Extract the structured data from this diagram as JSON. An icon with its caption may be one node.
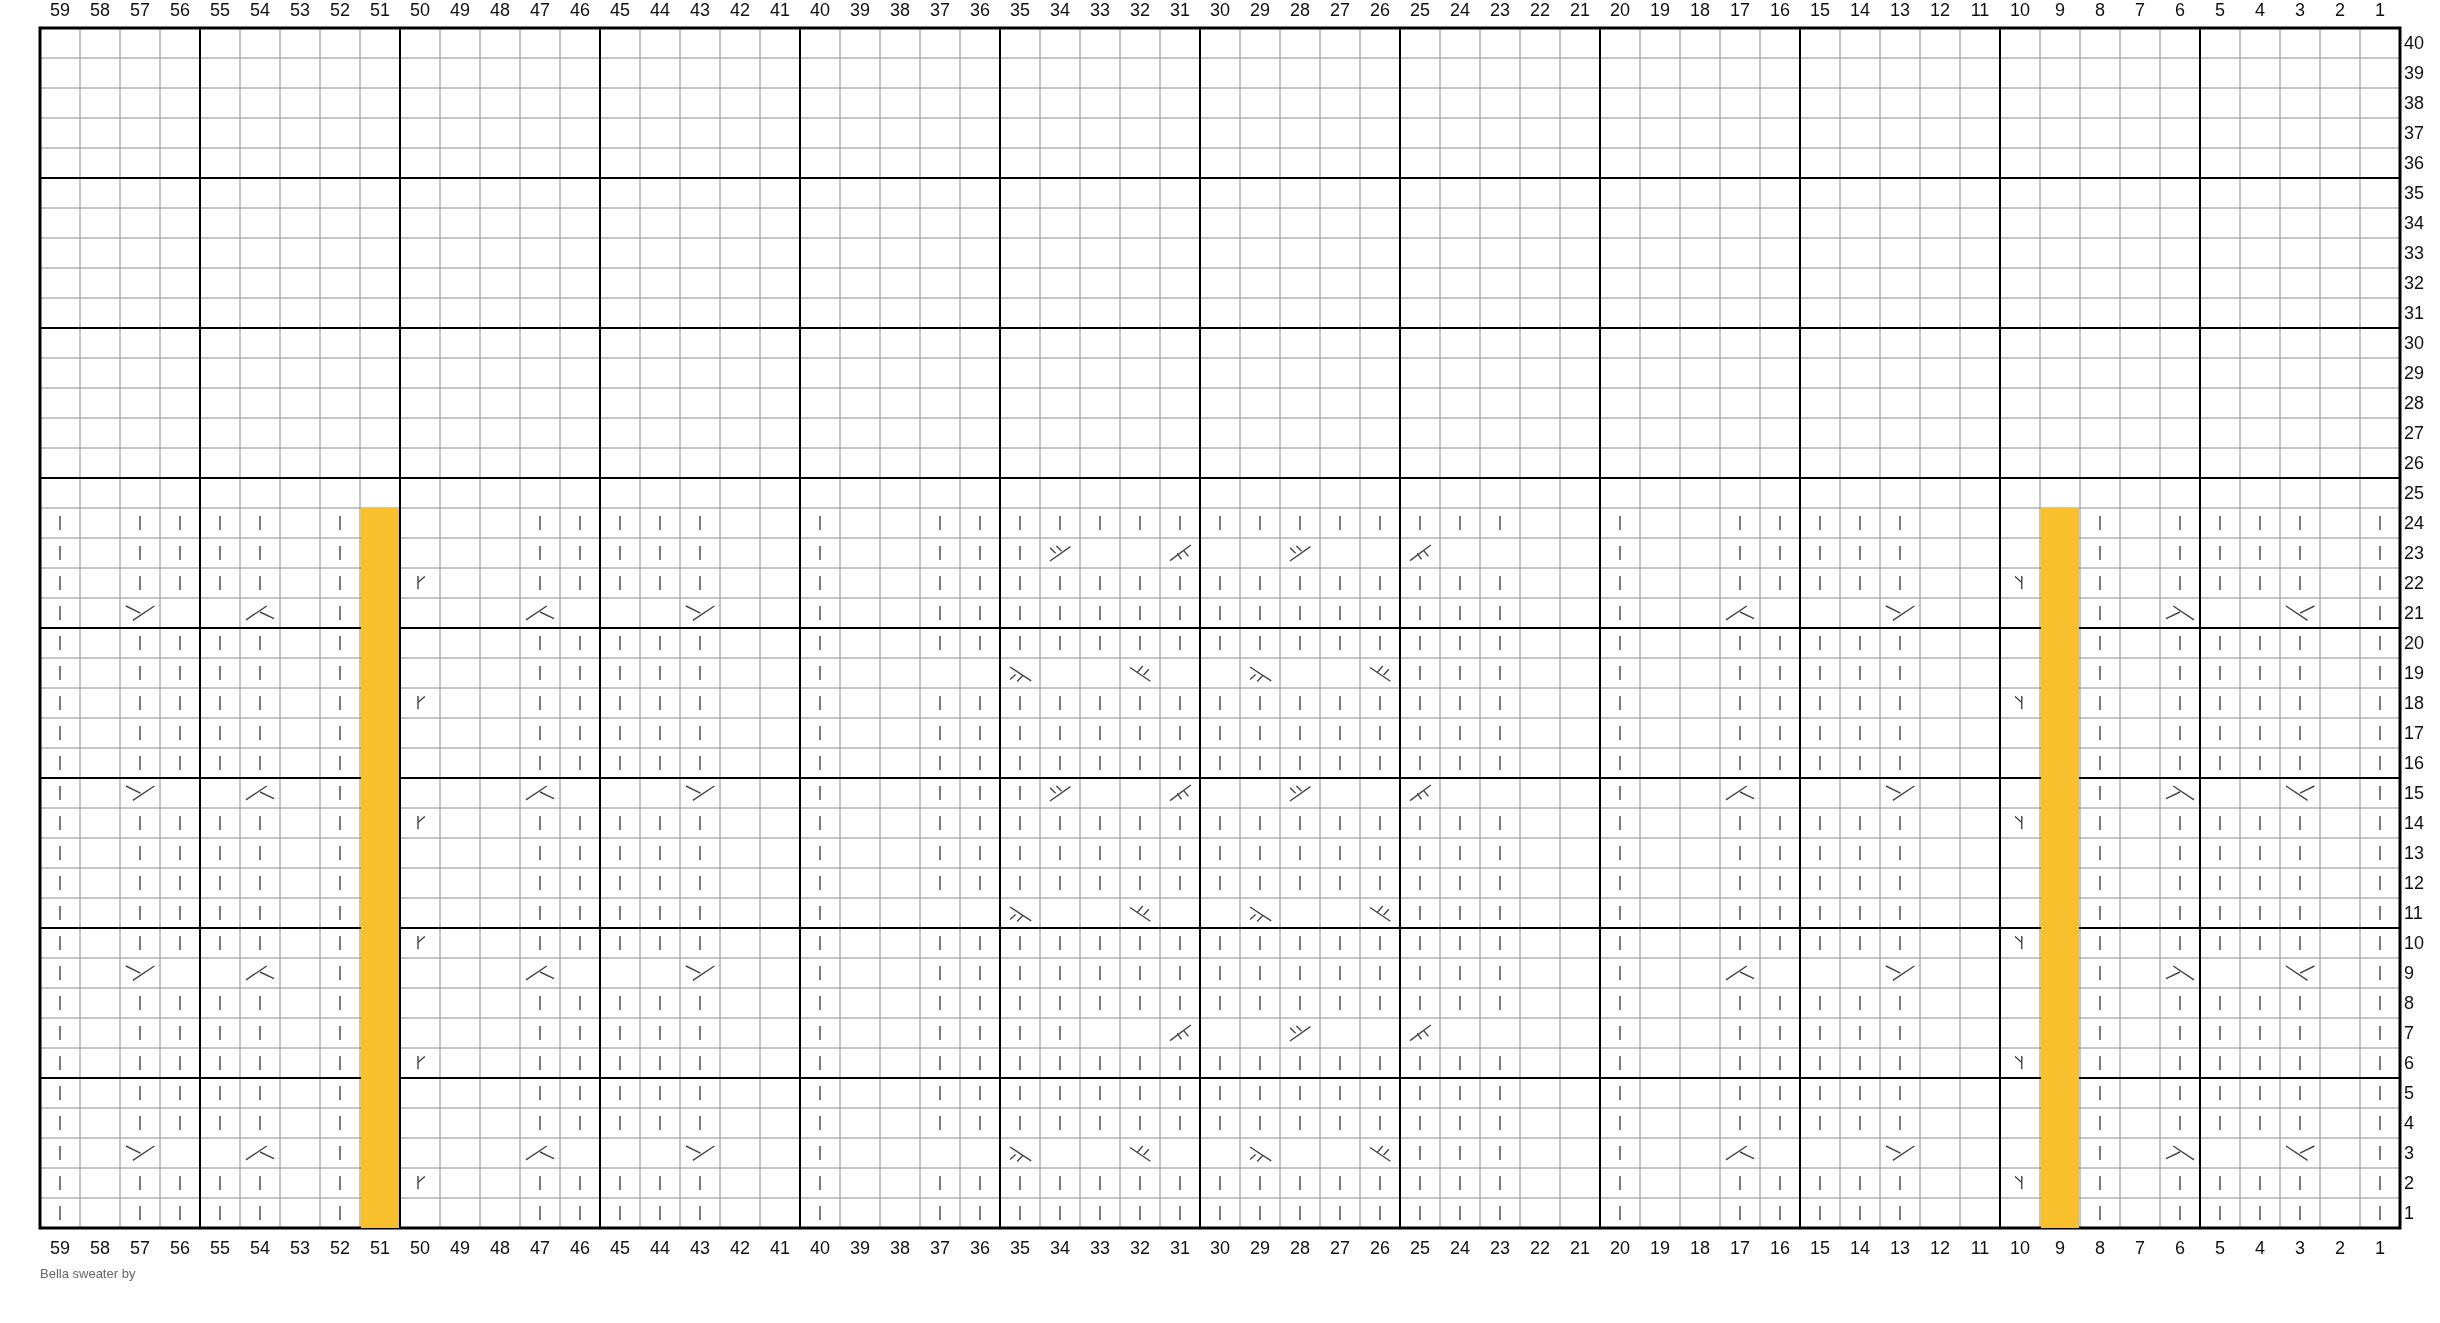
{
  "diagram": {
    "caption": "Bella sweater by",
    "labels": [
      "59",
      "58",
      "57",
      "56",
      "55",
      "54",
      "53",
      "52",
      "51",
      "50",
      "49",
      "48",
      "47",
      "46",
      "45",
      "44",
      "43",
      "42",
      "41",
      "40",
      "39",
      "38",
      "37",
      "36",
      "35",
      "34",
      "33",
      "32",
      "31",
      "30",
      "29",
      "28",
      "27",
      "26",
      "25",
      "24",
      "23",
      "22",
      "21",
      "20",
      "19",
      "18",
      "17",
      "16",
      "15",
      "14",
      "13",
      "12",
      "11",
      "10",
      "9",
      "8",
      "7",
      "6",
      "5",
      "4",
      "3",
      "2",
      "1",
      "40",
      "39",
      "38",
      "37",
      "36",
      "35",
      "34",
      "33",
      "32",
      "31",
      "30",
      "29",
      "28",
      "27",
      "26",
      "25",
      "24",
      "23",
      "22",
      "21",
      "20",
      "19",
      "18",
      "17",
      "16",
      "15",
      "14",
      "13",
      "12",
      "11",
      "10",
      "9",
      "8",
      "7",
      "6",
      "5",
      "4",
      "3",
      "2",
      "1",
      "59",
      "58",
      "57",
      "56",
      "55",
      "54",
      "53",
      "52",
      "51",
      "50",
      "49",
      "48",
      "47",
      "46",
      "45",
      "44",
      "43",
      "42",
      "41",
      "40",
      "39",
      "38",
      "37",
      "36",
      "35",
      "34",
      "33",
      "32",
      "31",
      "30",
      "29",
      "28",
      "27",
      "26",
      "25",
      "24",
      "23",
      "22",
      "21",
      "20",
      "19",
      "18",
      "17",
      "16",
      "15",
      "14",
      "13",
      "12",
      "11",
      "10",
      "9",
      "8",
      "7",
      "6",
      "5",
      "4",
      "3",
      "2",
      "1"
    ]
  }
}
